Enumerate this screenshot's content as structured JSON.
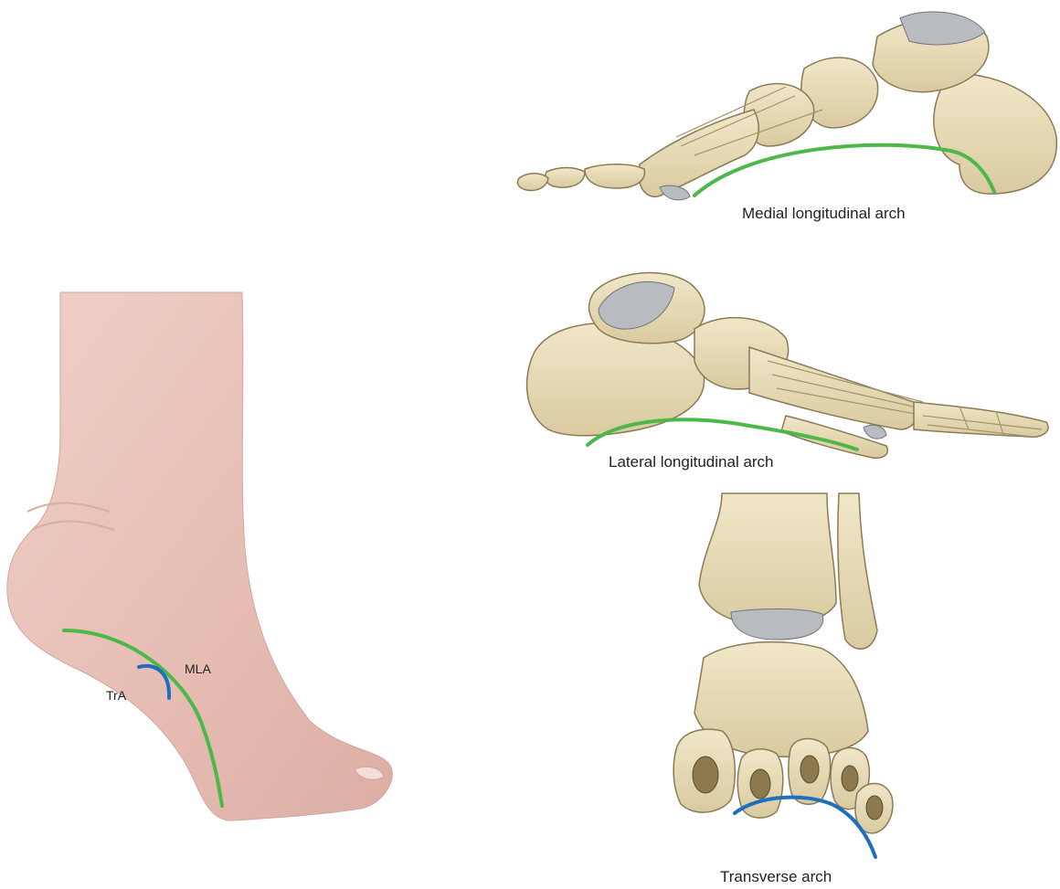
{
  "labels": {
    "medial": "Medial longitudinal arch",
    "lateral": "Lateral longitudinal arch",
    "transverse": "Transverse arch",
    "mla": "MLA",
    "tra": "TrA"
  },
  "colors": {
    "background": "#ffffff",
    "arch_longitudinal": "#4cb847",
    "arch_transverse": "#1f6fbf",
    "bone_fill": "#e8dcb5",
    "bone_stroke": "#8a7b55",
    "cartilage": "#b8bcc0",
    "skin": "#e9c4bc",
    "skin_shadow": "#d9aaa0"
  },
  "figures": [
    {
      "id": "foot-photo",
      "icon": "foot-plantarflexed-photo"
    },
    {
      "id": "medial-skeleton",
      "icon": "foot-skeleton-medial-view"
    },
    {
      "id": "lateral-skeleton",
      "icon": "foot-skeleton-lateral-view"
    },
    {
      "id": "transverse-skeleton",
      "icon": "foot-skeleton-transverse-section"
    }
  ]
}
